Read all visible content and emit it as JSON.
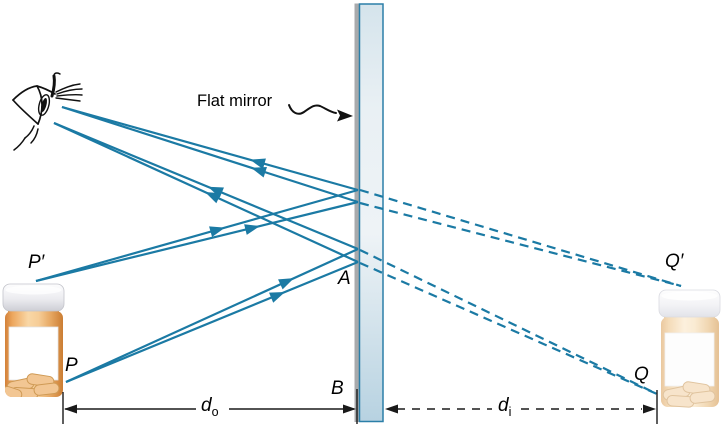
{
  "figure": {
    "description": "Ray diagram of image formation by a flat mirror: eye viewing a pill bottle, with virtual image behind the mirror",
    "labels": {
      "flat_mirror": "Flat mirror",
      "object_top": "P′",
      "object_bottom": "P",
      "mirror_point_a": "A",
      "mirror_point_b": "B",
      "image_top": "Q′",
      "image_bottom": "Q",
      "object_distance_base": "d",
      "object_distance_sub": "o",
      "image_distance_base": "d",
      "image_distance_sub": "i"
    },
    "colors": {
      "ray": "#1b7aa4",
      "mirror_border": "#2b7fa8",
      "mirror_edge_gray": "#a8aaac",
      "dimension_black": "#1a1a1a",
      "bottle_orange": "#e8a558",
      "bottle_cap": "#e9eaee",
      "image_bottle_faded": "#f6e0c2"
    }
  }
}
